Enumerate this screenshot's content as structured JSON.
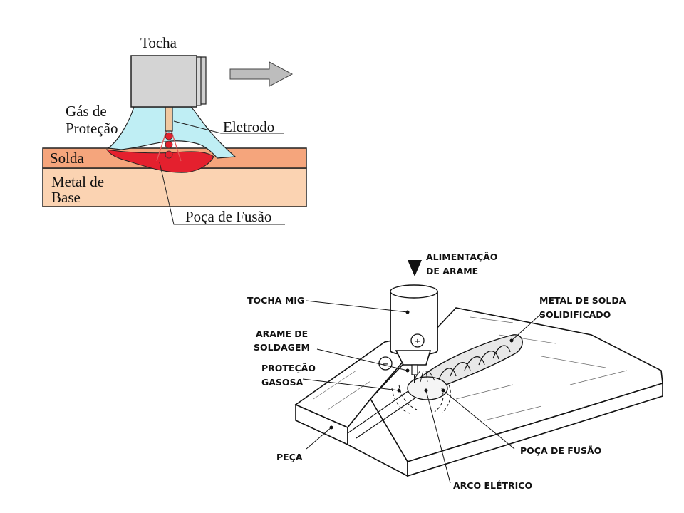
{
  "diagram_top": {
    "labels": {
      "torch": "Tocha",
      "shield_gas_1": "Gás de",
      "shield_gas_2": "Proteção",
      "electrode": "Eletrodo",
      "weld": "Solda",
      "base_metal_1": "Metal de",
      "base_metal_2": "Base",
      "weld_pool": "Poça de Fusão"
    },
    "colors": {
      "gas": "#bfeef4",
      "weld": "#f5a57c",
      "pool": "#e4202e",
      "base": "#fbd3b2",
      "torch": "#d4d4d4",
      "electrode": "#f0c8a0",
      "arrow": "#bdbdbd"
    }
  },
  "diagram_bottom": {
    "labels": {
      "wire_feed_1": "ALIMENTAÇÃO",
      "wire_feed_2": "DE ARAME",
      "mig_torch": "TOCHA MIG",
      "welding_wire_1": "ARAME DE",
      "welding_wire_2": "SOLDAGEM",
      "gas_shield_1": "PROTEÇÃO",
      "gas_shield_2": "GASOSA",
      "workpiece": "PEÇA",
      "solid_weld_1": "METAL DE SOLDA",
      "solid_weld_2": "SOLIDIFICADO",
      "weld_pool": "POÇA DE FUSÃO",
      "arc": "ARCO ELÉTRICO"
    },
    "symbols": {
      "positive": "+",
      "negative": "−"
    }
  }
}
